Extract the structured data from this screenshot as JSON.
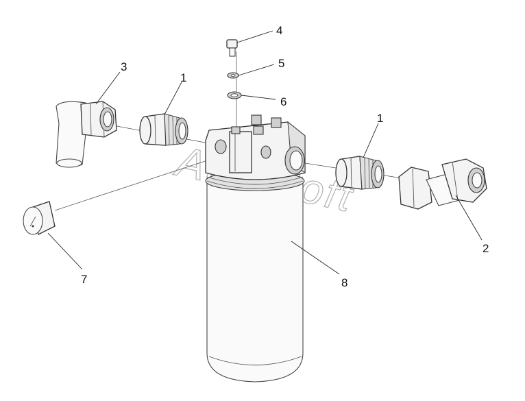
{
  "watermark": "AutoSoft",
  "callouts": {
    "c1a": "1",
    "c1b": "1",
    "c2": "2",
    "c3": "3",
    "c4": "4",
    "c5": "5",
    "c6": "6",
    "c7": "7",
    "c8": "8"
  }
}
